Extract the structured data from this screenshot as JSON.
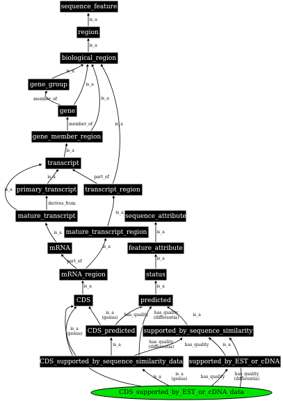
{
  "nodes": {
    "sequence_feature": "sequence_feature",
    "region": "region",
    "biological_region": "biological_region",
    "gene_group": "gene_group",
    "gene": "gene",
    "gene_member_region": "gene_member_region",
    "transcript": "transcript",
    "primary_transcript": "primary_transcript",
    "transcript_region": "transcript_region",
    "mature_transcript": "mature_transcript",
    "sequence_attribute": "sequence_attribute",
    "mature_transcript_region": "mature_transcript_region",
    "mRNA": "mRNA",
    "feature_attribute": "feature_attribute",
    "mRNA_region": "mRNA_region",
    "status": "status",
    "CDS": "CDS",
    "predicted": "predicted",
    "CDS_predicted": "CDS_predicted",
    "supported_by_sequence_similarity": "supported_by_sequence_similarity",
    "CDS_supported_by_sequence_similarity_data": "CDS_supported_by_sequence_similarity_data",
    "supported_by_EST_or_cDNA": "supported_by_EST_or_cDNA",
    "CDS_supported_by_EST_or_cDNA_data": "CDS_supported_by_EST_or_cDNA_data"
  },
  "edge_labels": {
    "is_a": "is_a",
    "member_of": "member_of",
    "part_of": "part_of",
    "derives_from": "derives_from",
    "has_quality": "has_quality",
    "differentia": "(differentia)",
    "genus": "(genus)"
  },
  "colors": {
    "node_fill": "#000000",
    "node_text": "#ffffff",
    "root_fill": "#00e400"
  }
}
